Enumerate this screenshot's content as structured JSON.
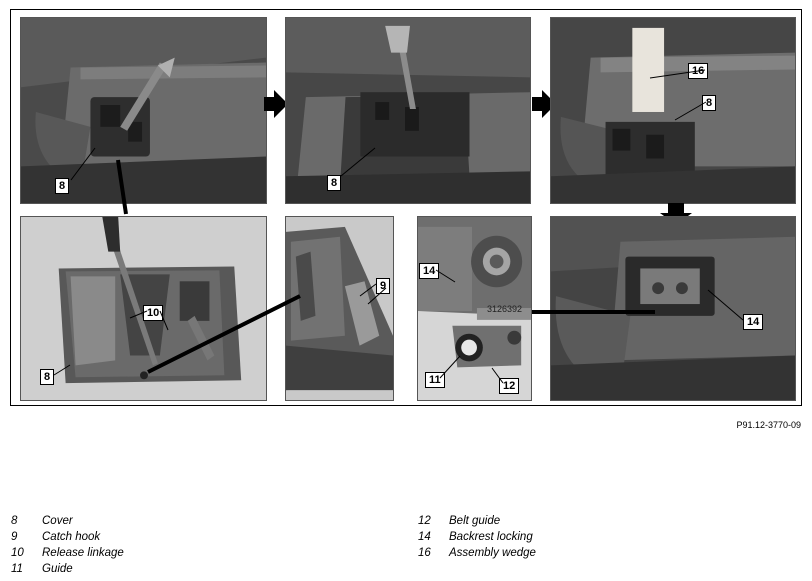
{
  "figure_ref": "P91.12-3770-09",
  "callouts": {
    "p1_8": "8",
    "p2_8": "8",
    "p3_16": "16",
    "p3_8": "8",
    "p4_10": "10",
    "p4_8": "8",
    "p5_9": "9",
    "p6_14": "14",
    "p6_11": "11",
    "p6_12": "12",
    "p7_14": "14"
  },
  "stamp_text": "3126392",
  "legend_left": [
    {
      "num": "8",
      "text": "Cover"
    },
    {
      "num": "9",
      "text": "Catch hook"
    },
    {
      "num": "10",
      "text": "Release linkage"
    },
    {
      "num": "11",
      "text": "Guide"
    }
  ],
  "legend_right": [
    {
      "num": "12",
      "text": "Belt guide"
    },
    {
      "num": "14",
      "text": "Backrest locking"
    },
    {
      "num": "16",
      "text": "Assembly wedge"
    }
  ]
}
